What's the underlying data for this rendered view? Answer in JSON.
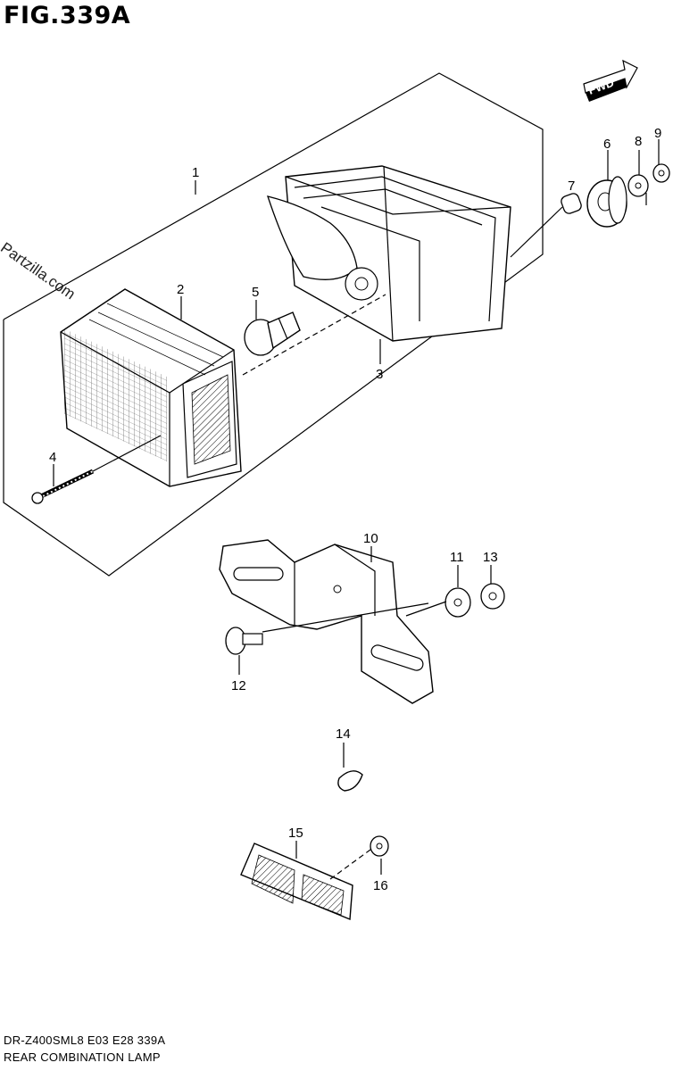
{
  "figure": {
    "title": "FIG.339A",
    "watermark": "© Partzilla.com",
    "direction_label": "FWD",
    "footer_code": "DR-Z400SML8  E03  E28  339A",
    "footer_name": "REAR COMBINATION LAMP"
  },
  "callouts": [
    {
      "id": "1",
      "label": "1"
    },
    {
      "id": "2",
      "label": "2"
    },
    {
      "id": "3",
      "label": "3"
    },
    {
      "id": "4",
      "label": "4"
    },
    {
      "id": "5",
      "label": "5"
    },
    {
      "id": "6",
      "label": "6"
    },
    {
      "id": "7",
      "label": "7"
    },
    {
      "id": "8",
      "label": "8"
    },
    {
      "id": "9",
      "label": "9"
    },
    {
      "id": "10",
      "label": "10"
    },
    {
      "id": "11",
      "label": "11"
    },
    {
      "id": "12",
      "label": "12"
    },
    {
      "id": "13",
      "label": "13"
    },
    {
      "id": "14",
      "label": "14"
    },
    {
      "id": "15",
      "label": "15"
    },
    {
      "id": "16",
      "label": "16"
    }
  ]
}
